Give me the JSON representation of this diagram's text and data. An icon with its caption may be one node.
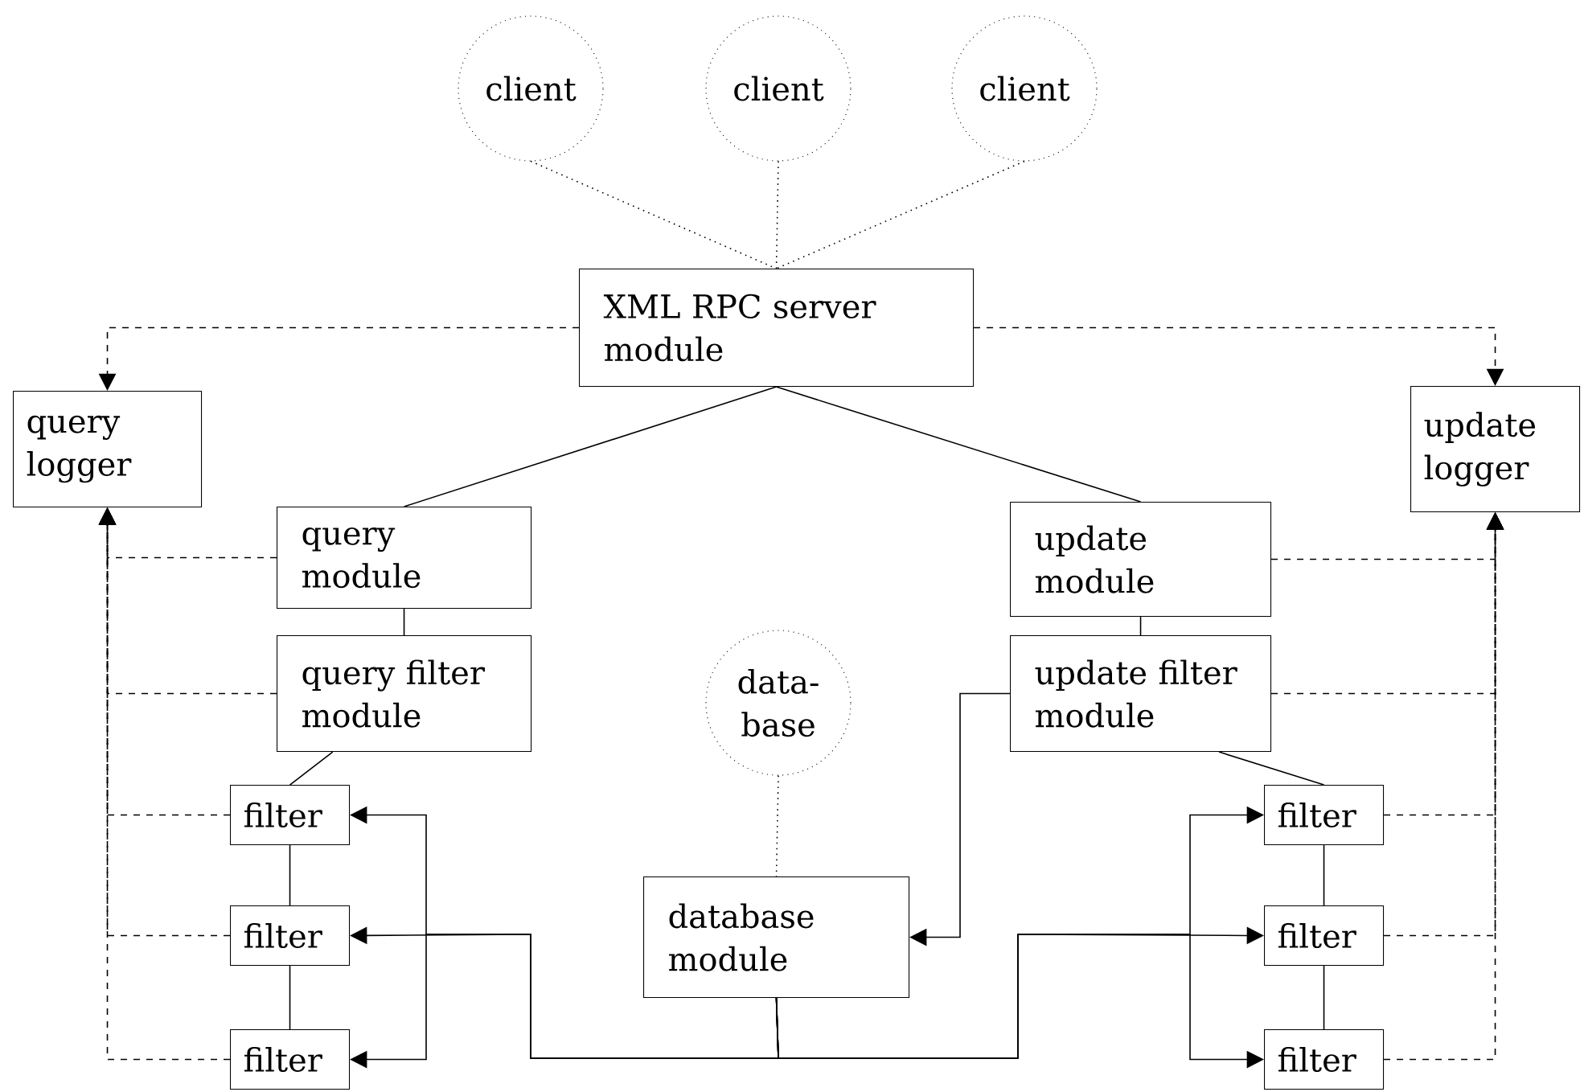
{
  "diagram": {
    "nodes": [
      {
        "text": [
          "client"
        ]
      },
      {
        "text": [
          "client"
        ]
      },
      {
        "text": [
          "client"
        ]
      },
      {
        "text": [
          "XML RPC server module"
        ]
      },
      {
        "text": [
          "query logger"
        ]
      },
      {
        "text": [
          "update logger"
        ]
      },
      {
        "text": [
          "query module"
        ]
      },
      {
        "text": [
          "update module"
        ]
      },
      {
        "text": [
          "query filter module"
        ]
      },
      {
        "text": [
          "data- base"
        ]
      },
      {
        "text": [
          "update filter module"
        ]
      },
      {
        "text": [
          "filter"
        ]
      },
      {
        "text": [
          "filter"
        ]
      },
      {
        "text": [
          "filter"
        ]
      },
      {
        "text": [
          "database module"
        ]
      },
      {
        "text": [
          "filter"
        ]
      },
      {
        "text": [
          "filter"
        ]
      },
      {
        "text": [
          "filter"
        ]
      }
    ],
    "edges": [
      {
        "from": 0,
        "to": 3,
        "arrow": "none",
        "style": "dashed"
      },
      {
        "from": 1,
        "to": 3,
        "arrow": "none",
        "style": "dashed"
      },
      {
        "from": 2,
        "to": 3,
        "arrow": "none",
        "style": "dashed"
      },
      {
        "from": 3,
        "to": 4,
        "arrow": "to",
        "style": "dashed"
      },
      {
        "from": 3,
        "to": 5,
        "arrow": "to",
        "style": "dashed"
      },
      {
        "from": 3,
        "to": 6,
        "arrow": "none"
      },
      {
        "from": 3,
        "to": 7,
        "arrow": "none"
      },
      {
        "from": 6,
        "to": 8,
        "arrow": "none"
      },
      {
        "from": 7,
        "to": 10,
        "arrow": "none"
      },
      {
        "from": 6,
        "to": 4,
        "arrow": "to",
        "style": "dashed"
      },
      {
        "from": 8,
        "to": 4,
        "arrow": "to",
        "style": "dashed"
      },
      {
        "from": 11,
        "to": 4,
        "arrow": "to",
        "style": "dashed"
      },
      {
        "from": 12,
        "to": 4,
        "arrow": "to",
        "style": "dashed"
      },
      {
        "from": 13,
        "to": 4,
        "arrow": "to",
        "style": "dashed"
      },
      {
        "from": 7,
        "to": 5,
        "arrow": "to",
        "style": "dashed"
      },
      {
        "from": 10,
        "to": 5,
        "arrow": "to",
        "style": "dashed"
      },
      {
        "from": 15,
        "to": 5,
        "arrow": "to",
        "style": "dashed"
      },
      {
        "from": 16,
        "to": 5,
        "arrow": "to",
        "style": "dashed"
      },
      {
        "from": 17,
        "to": 5,
        "arrow": "to",
        "style": "dashed"
      },
      {
        "from": 8,
        "to": 11,
        "arrow": "none"
      },
      {
        "from": 11,
        "to": 12,
        "arrow": "none"
      },
      {
        "from": 12,
        "to": 13,
        "arrow": "none"
      },
      {
        "from": 10,
        "to": 15,
        "arrow": "none"
      },
      {
        "from": 15,
        "to": 16,
        "arrow": "none"
      },
      {
        "from": 16,
        "to": 17,
        "arrow": "none"
      },
      {
        "from": 10,
        "to": 14,
        "arrow": "to"
      },
      {
        "from": 9,
        "to": 14,
        "arrow": "none",
        "style": "dashed"
      },
      {
        "from": 14,
        "to": 11,
        "arrow": "to"
      },
      {
        "from": 14,
        "to": 12,
        "arrow": "to"
      },
      {
        "from": 14,
        "to": 13,
        "arrow": "to"
      },
      {
        "from": 14,
        "to": 15,
        "arrow": "to"
      },
      {
        "from": 14,
        "to": 16,
        "arrow": "to"
      },
      {
        "from": 14,
        "to": 17,
        "arrow": "to"
      }
    ]
  }
}
